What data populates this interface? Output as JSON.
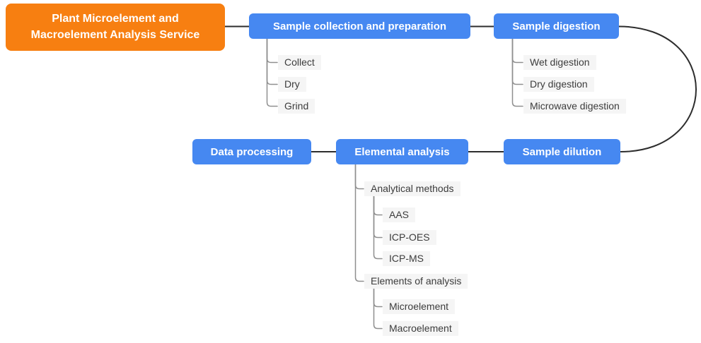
{
  "palette": {
    "root_fill": "#f77f11",
    "stage_fill": "#4688f1",
    "stage_text": "#ffffff",
    "leaf_fill": "#f5f5f5",
    "leaf_text": "#3c3c3c",
    "main_wire": "#2d2d2d",
    "branch_wire": "#8f8f8f"
  },
  "root": {
    "line1": "Plant Microelement and",
    "line2": "Macroelement Analysis Service"
  },
  "stages": {
    "collection": {
      "label": "Sample collection and preparation",
      "steps": [
        "Collect",
        "Dry",
        "Grind"
      ]
    },
    "digestion": {
      "label": "Sample digestion",
      "steps": [
        "Wet digestion",
        "Dry digestion",
        "Microwave digestion"
      ]
    },
    "dilution": {
      "label": "Sample dilution"
    },
    "elemental": {
      "label": "Elemental analysis",
      "groups": [
        {
          "label": "Analytical methods",
          "items": [
            "AAS",
            "ICP-OES",
            "ICP-MS"
          ]
        },
        {
          "label": "Elements of analysis",
          "items": [
            "Microelement",
            "Macroelement"
          ]
        }
      ]
    },
    "data_processing": {
      "label": "Data processing"
    }
  }
}
